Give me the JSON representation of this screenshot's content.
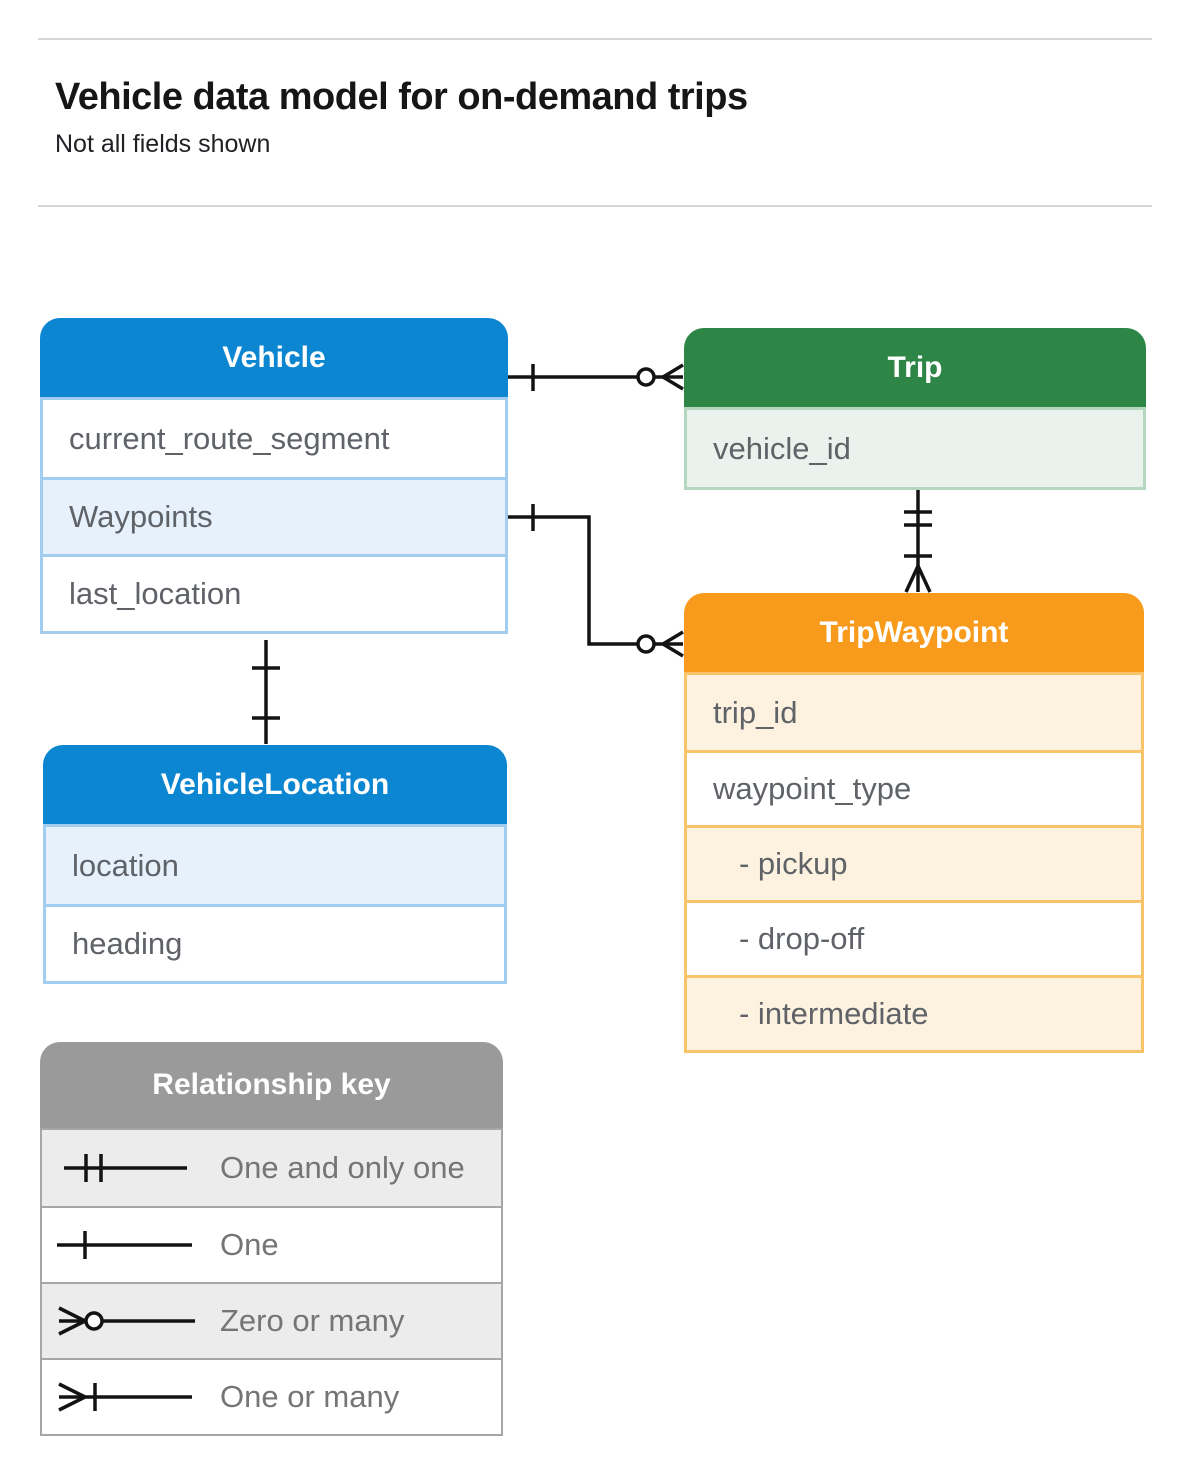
{
  "header": {
    "title": "Vehicle data model for on-demand trips",
    "subtitle": "Not all fields shown"
  },
  "entities": {
    "vehicle": {
      "name": "Vehicle",
      "theme_color": "#0d86d1",
      "fields": [
        {
          "label": "current_route_segment"
        },
        {
          "label": "Waypoints",
          "shaded": true
        },
        {
          "label": "last_location"
        }
      ]
    },
    "trip": {
      "name": "Trip",
      "theme_color": "#2d8546",
      "fields": [
        {
          "label": "vehicle_id",
          "shaded": true
        }
      ]
    },
    "trip_waypoint": {
      "name": "TripWaypoint",
      "theme_color": "#f89b1d",
      "fields": [
        {
          "label": "trip_id",
          "shaded": true
        },
        {
          "label": "waypoint_type"
        },
        {
          "label": "- pickup",
          "shaded": true,
          "indent": true
        },
        {
          "label": "- drop-off",
          "indent": true
        },
        {
          "label": "- intermediate",
          "shaded": true,
          "indent": true
        }
      ]
    },
    "vehicle_location": {
      "name": "VehicleLocation",
      "theme_color": "#0d86d1",
      "fields": [
        {
          "label": "location",
          "shaded": true
        },
        {
          "label": "heading"
        }
      ]
    }
  },
  "relationships": [
    {
      "from": "Vehicle",
      "to": "Trip",
      "from_cardinality": "one",
      "to_cardinality": "zero-or-many"
    },
    {
      "from": "Vehicle.Waypoints",
      "to": "TripWaypoint",
      "from_cardinality": "one",
      "to_cardinality": "zero-or-many"
    },
    {
      "from": "Trip",
      "to": "TripWaypoint",
      "from_cardinality": "one-and-only-one",
      "to_cardinality": "one-or-many"
    },
    {
      "from": "Vehicle",
      "to": "VehicleLocation",
      "from_cardinality": "one",
      "to_cardinality": "one"
    }
  ],
  "key": {
    "title": "Relationship key",
    "items": [
      {
        "symbol": "one-and-only-one",
        "label": "One and only one",
        "shaded": true
      },
      {
        "symbol": "one",
        "label": "One",
        "shaded": false
      },
      {
        "symbol": "zero-or-many",
        "label": "Zero or many",
        "shaded": true
      },
      {
        "symbol": "one-or-many",
        "label": "One or many",
        "shaded": false
      }
    ]
  },
  "colors": {
    "blue": "#0d86d1",
    "blue_light": "#e7f1fc",
    "green": "#2d8546",
    "green_light": "#e9f2ec",
    "orange": "#f89b1d",
    "orange_light": "#fdf2df",
    "key_gray": "#9a9a9a",
    "key_gray_light": "#ececec",
    "field_text": "#5f6368",
    "connector": "#131313"
  }
}
